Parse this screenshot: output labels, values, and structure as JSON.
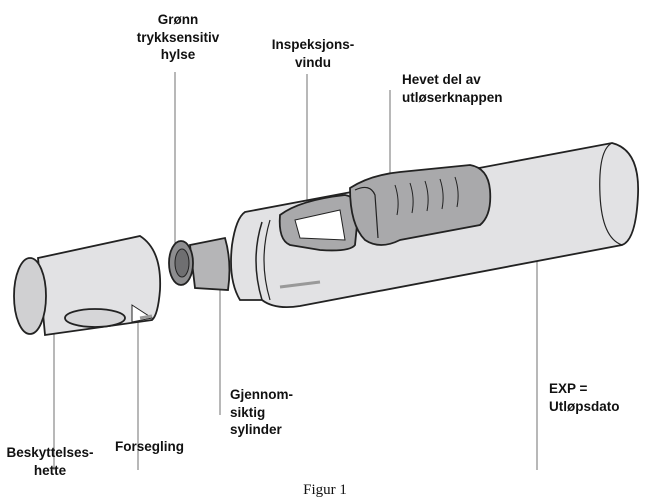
{
  "labels": {
    "sleeve": [
      "Grønn",
      "trykksensitiv",
      "hylse"
    ],
    "window": [
      "Inspeksjons-",
      "vindu"
    ],
    "button": [
      "Hevet del av",
      "utløserknappen"
    ],
    "exp": [
      "EXP =",
      "Utløpsdato"
    ],
    "cylinder": [
      "Gjennom-",
      "siktig",
      "sylinder"
    ],
    "cap": [
      "Beskyttelses-",
      "hette"
    ],
    "seal": [
      "Forsegling"
    ]
  },
  "caption": "Figur 1",
  "colors": {
    "body": "#e2e2e4",
    "button": "#a9a9ab",
    "outline": "#222222",
    "leader": "#888888"
  }
}
